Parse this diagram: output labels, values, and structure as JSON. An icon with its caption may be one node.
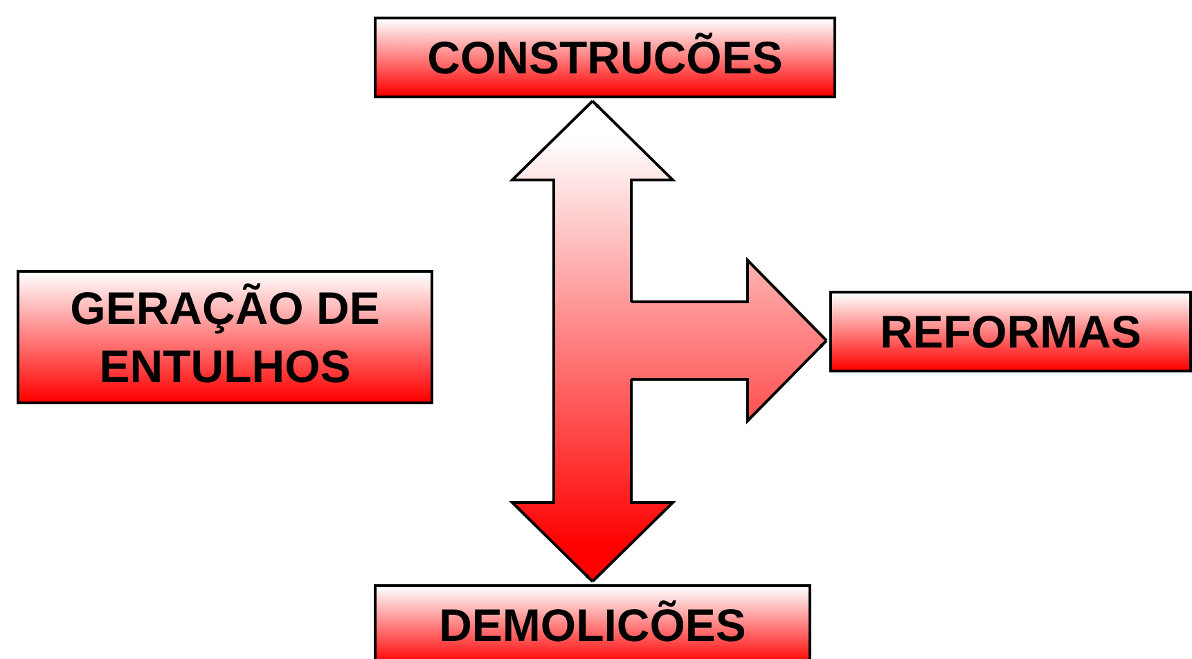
{
  "diagram": {
    "nodes": [
      {
        "text": [
          "CONSTRUCÕES"
        ]
      },
      {
        "text": [
          "GERAÇÃO DE ENTULHOS"
        ]
      },
      {
        "text": [
          "REFORMAS"
        ]
      },
      {
        "text": [
          "DEMOLICÕES"
        ]
      }
    ],
    "edges": [
      {
        "from": null,
        "to": 0,
        "arrow": "to"
      },
      {
        "from": null,
        "to": 2,
        "arrow": "to"
      },
      {
        "from": null,
        "to": 3,
        "arrow": "to"
      }
    ]
  }
}
